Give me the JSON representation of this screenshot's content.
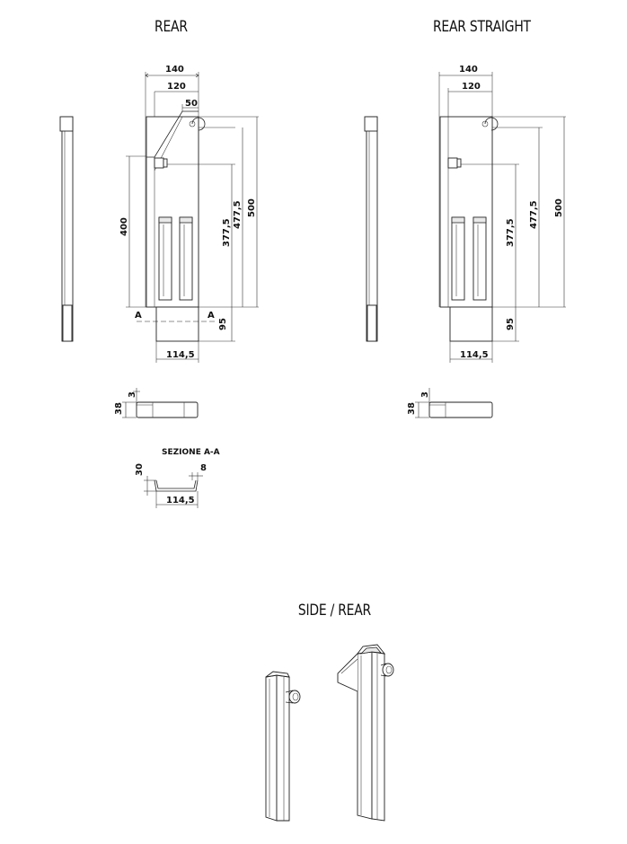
{
  "views": {
    "rear": {
      "title": "REAR",
      "dims": {
        "width_total": "140",
        "width_inner": "120",
        "bracket": "50",
        "height_total": "500",
        "height_hook": "477,5",
        "height_pin": "377,5",
        "height_side": "400",
        "height_foot": "95",
        "width_foot": "114,5",
        "section_mark": "A"
      }
    },
    "rear_straight": {
      "title": "REAR STRAIGHT",
      "dims": {
        "width_total": "140",
        "width_inner": "120",
        "height_total": "500",
        "height_hook": "477,5",
        "height_pin": "377,5",
        "height_foot": "95",
        "width_foot": "114,5"
      }
    },
    "plan_rear": {
      "thickness": "3",
      "depth": "38"
    },
    "plan_straight": {
      "thickness": "3",
      "depth": "38"
    },
    "section": {
      "title": "SEZIONE A-A",
      "height": "30",
      "flange": "8",
      "width": "114,5"
    },
    "iso": {
      "title": "SIDE / REAR"
    }
  }
}
